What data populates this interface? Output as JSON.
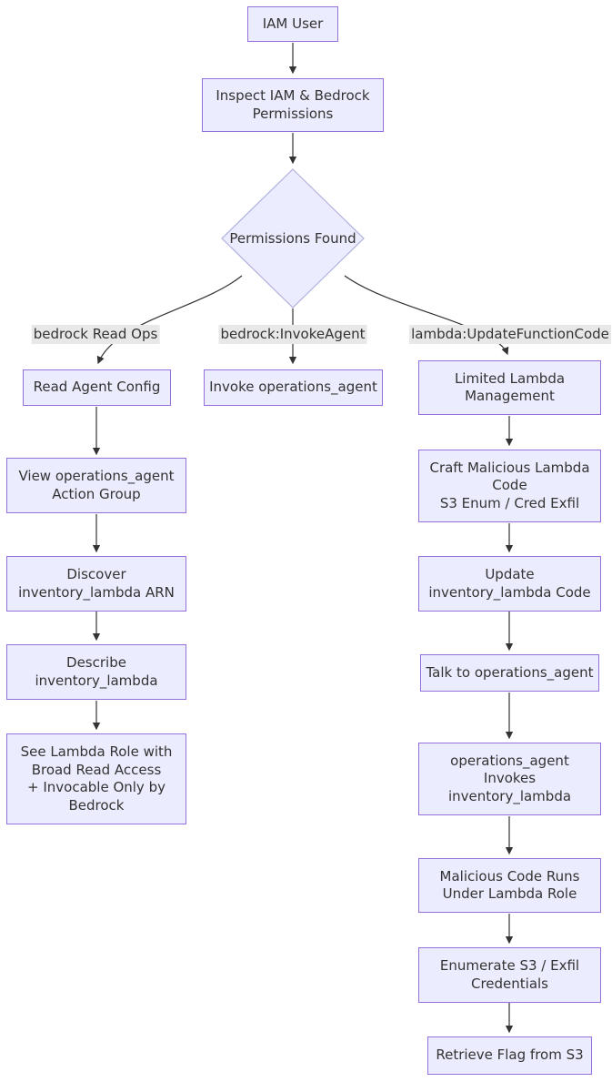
{
  "diagram": {
    "type": "flowchart",
    "orientation": "top-down",
    "colors": {
      "background": "#ffffff",
      "node_fill": "#ECECFF",
      "node_border": "#9370DB",
      "diamond_border": "#b1b1dd",
      "edge_line": "#333333",
      "edge_label_bg": "#e8e8e8",
      "text": "#333333"
    },
    "nodes": [
      {
        "id": "iam_user",
        "shape": "rect",
        "label": "IAM User"
      },
      {
        "id": "inspect_permissions",
        "shape": "rect",
        "label": "Inspect IAM & Bedrock\nPermissions"
      },
      {
        "id": "permissions_found",
        "shape": "diamond",
        "label": "Permissions Found"
      },
      {
        "id": "read_agent_config",
        "shape": "rect",
        "label": "Read Agent Config"
      },
      {
        "id": "view_action_group",
        "shape": "rect",
        "label": "View operations_agent\nAction Group"
      },
      {
        "id": "discover_arn",
        "shape": "rect",
        "label": "Discover\ninventory_lambda ARN"
      },
      {
        "id": "describe_lambda",
        "shape": "rect",
        "label": "Describe\ninventory_lambda"
      },
      {
        "id": "see_lambda_role",
        "shape": "rect",
        "label": "See Lambda Role with\nBroad Read Access\n+ Invocable Only by\nBedrock"
      },
      {
        "id": "invoke_operations_agent",
        "shape": "rect",
        "label": "Invoke operations_agent"
      },
      {
        "id": "limited_lambda_management",
        "shape": "rect",
        "label": "Limited Lambda\nManagement"
      },
      {
        "id": "craft_malicious_code",
        "shape": "rect",
        "label": "Craft Malicious Lambda\nCode\nS3 Enum / Cred Exfil"
      },
      {
        "id": "update_lambda_code",
        "shape": "rect",
        "label": "Update\ninventory_lambda Code"
      },
      {
        "id": "talk_to_agent",
        "shape": "rect",
        "label": "Talk to operations_agent"
      },
      {
        "id": "agent_invokes_lambda",
        "shape": "rect",
        "label": "operations_agent\nInvokes\ninventory_lambda"
      },
      {
        "id": "malicious_code_runs",
        "shape": "rect",
        "label": "Malicious Code Runs\nUnder Lambda Role"
      },
      {
        "id": "enumerate_s3",
        "shape": "rect",
        "label": "Enumerate S3 / Exfil\nCredentials"
      },
      {
        "id": "retrieve_flag",
        "shape": "rect",
        "label": "Retrieve Flag from S3"
      }
    ],
    "edges": [
      {
        "from": "iam_user",
        "to": "inspect_permissions",
        "label": ""
      },
      {
        "from": "inspect_permissions",
        "to": "permissions_found",
        "label": ""
      },
      {
        "from": "permissions_found",
        "to": "read_agent_config",
        "label": "bedrock Read Ops"
      },
      {
        "from": "permissions_found",
        "to": "invoke_operations_agent",
        "label": "bedrock:InvokeAgent"
      },
      {
        "from": "permissions_found",
        "to": "limited_lambda_management",
        "label": "lambda:UpdateFunctionCode"
      },
      {
        "from": "read_agent_config",
        "to": "view_action_group",
        "label": ""
      },
      {
        "from": "view_action_group",
        "to": "discover_arn",
        "label": ""
      },
      {
        "from": "discover_arn",
        "to": "describe_lambda",
        "label": ""
      },
      {
        "from": "describe_lambda",
        "to": "see_lambda_role",
        "label": ""
      },
      {
        "from": "limited_lambda_management",
        "to": "craft_malicious_code",
        "label": ""
      },
      {
        "from": "craft_malicious_code",
        "to": "update_lambda_code",
        "label": ""
      },
      {
        "from": "update_lambda_code",
        "to": "talk_to_agent",
        "label": ""
      },
      {
        "from": "talk_to_agent",
        "to": "agent_invokes_lambda",
        "label": ""
      },
      {
        "from": "agent_invokes_lambda",
        "to": "malicious_code_runs",
        "label": ""
      },
      {
        "from": "malicious_code_runs",
        "to": "enumerate_s3",
        "label": ""
      },
      {
        "from": "enumerate_s3",
        "to": "retrieve_flag",
        "label": ""
      }
    ]
  }
}
